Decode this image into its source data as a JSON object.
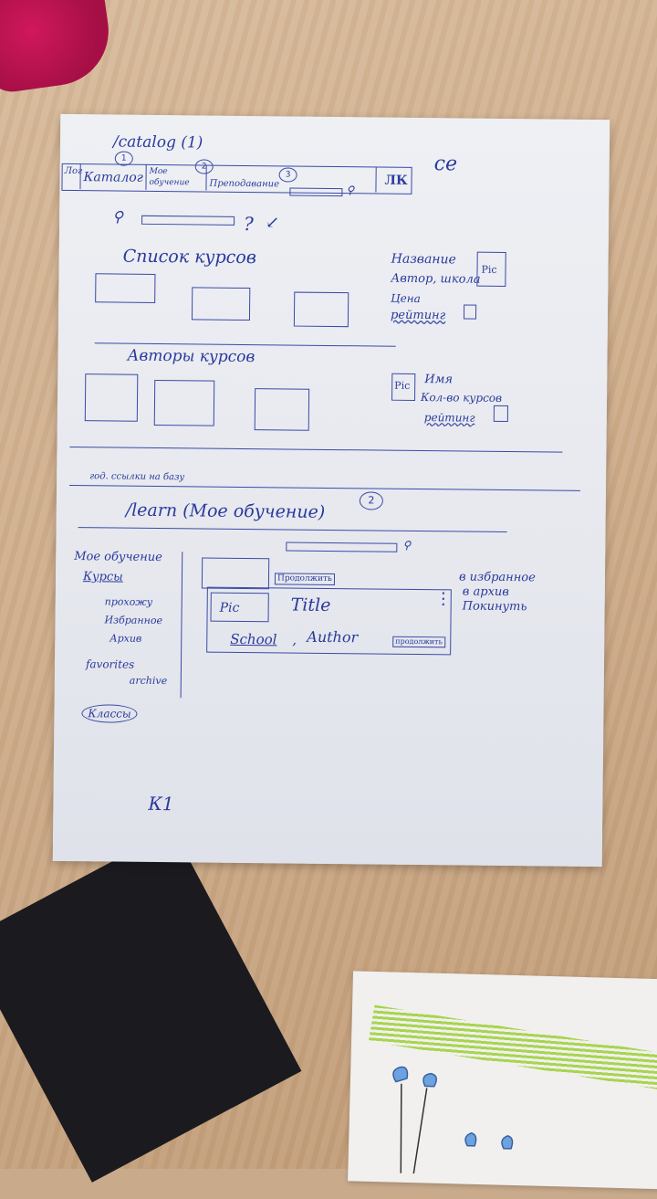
{
  "catalog": {
    "route": "/catalog (1)",
    "signature": "ce",
    "nav": {
      "logo": "Лог",
      "item1_num": "1",
      "item1": "Каталог",
      "item2_num": "2",
      "item2_line1": "Мое",
      "item2_line2": "обучение",
      "item3_num": "3",
      "item3": "Преподавание",
      "account": "ЛК"
    },
    "search_question": "?",
    "courses_heading": "Список курсов",
    "course_card": {
      "name": "Название",
      "author": "Автор, школа",
      "price": "Цена",
      "rating": "рейтинг",
      "pic": "Pic"
    },
    "authors_heading": "Авторы курсов",
    "author_card": {
      "pic": "Pic",
      "name": "Имя",
      "course_count": "Кол-во курсов",
      "rating": "рейтинг"
    },
    "footer_note": "год. ссылки на базу"
  },
  "learn": {
    "route": "/learn (Мое обучение)",
    "route_num": "2",
    "sidebar": {
      "title": "Мое обучение",
      "courses": "Курсы",
      "passed": "прохожу",
      "favorites_ru": "Избранное",
      "archive_ru": "Архив",
      "favorites_en": "favorites",
      "archive_en": "archive",
      "classes": "Классы"
    },
    "continue_button": "Продолжить",
    "card": {
      "pic": "Pic",
      "title": "Title",
      "school": "School",
      "author": "Author",
      "continue": "продолжить",
      "menu_icon": "⋮"
    },
    "context_menu": [
      "в избранное",
      "в архив",
      "Покинуть"
    ],
    "page_mark": "К1"
  }
}
